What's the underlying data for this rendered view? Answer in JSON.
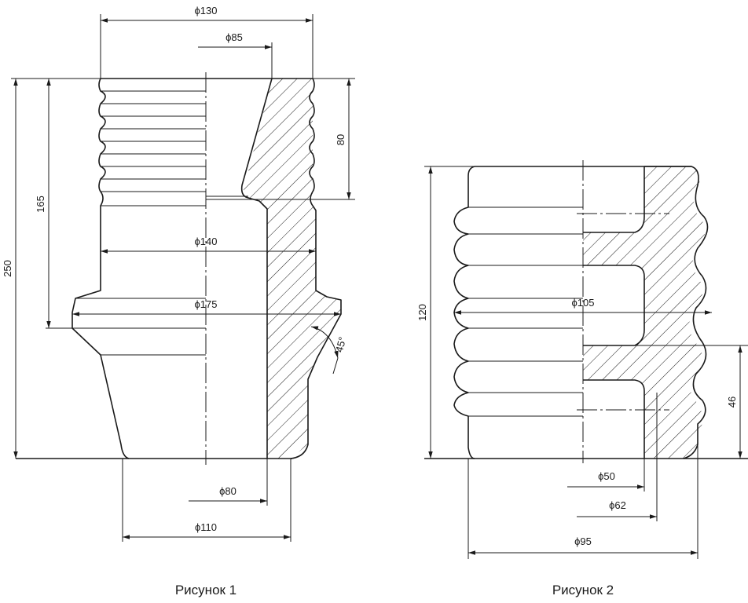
{
  "figure1": {
    "caption": "Рисунок 1",
    "dimensions": {
      "d_top_outer": "ϕ130",
      "d_top_bore": "ϕ85",
      "d_shaft": "ϕ140",
      "d_collar": "ϕ175",
      "d_bottom_bore": "ϕ80",
      "d_bottom_outer": "ϕ110",
      "total_height": "250",
      "upper_height": "165",
      "bore_depth": "80",
      "chamfer_angle": "45°"
    }
  },
  "figure2": {
    "caption": "Рисунок 2",
    "dimensions": {
      "d_rib": "ϕ105",
      "d_inner_small": "ϕ50",
      "d_inner_large": "ϕ62",
      "d_body": "ϕ95",
      "height": "120",
      "step_height": "46"
    }
  },
  "colors": {
    "line": "#1a1a1a",
    "background": "#ffffff"
  }
}
